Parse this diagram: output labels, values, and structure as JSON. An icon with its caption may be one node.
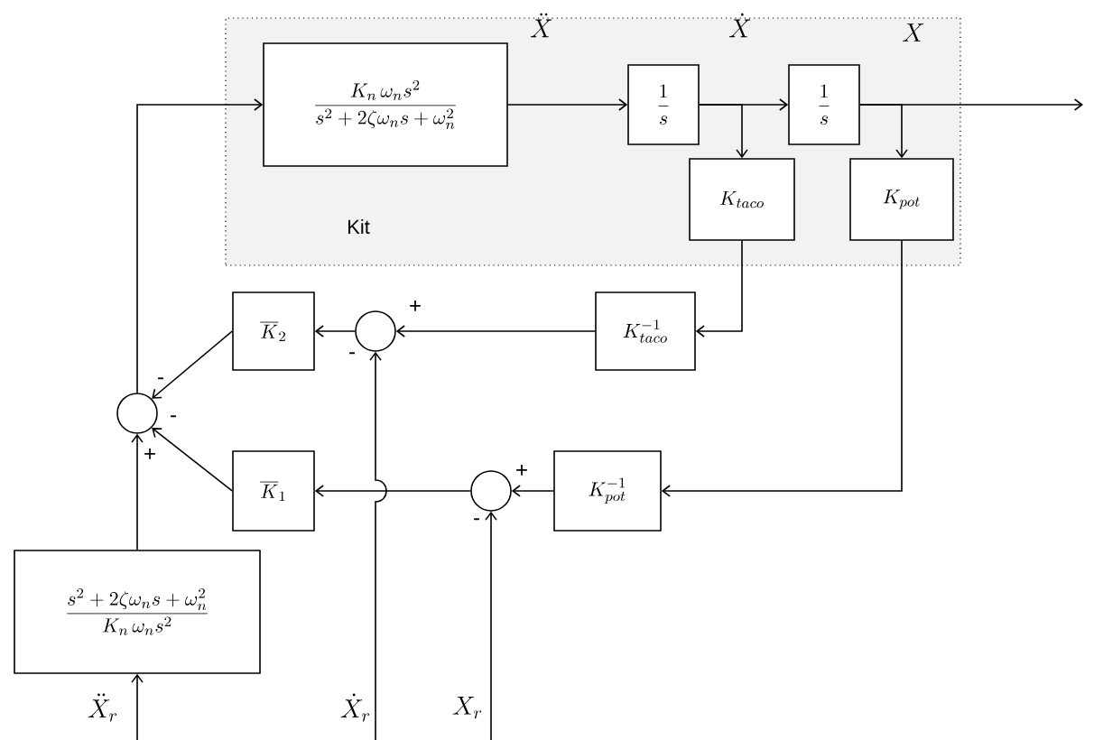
{
  "diagram": {
    "nodes": [
      {
        "text": [
          "Kit"
        ]
      },
      {
        "text": [
          "\\frac{K_n\\,\\omega_n s^2}{s^2+2\\zeta\\omega_n s+\\omega_n^2}"
        ],
        "in": 0
      },
      {
        "text": [
          "\\frac{1}{s}"
        ],
        "in": 0
      },
      {
        "text": [
          "\\frac{1}{s}"
        ],
        "in": 0
      },
      {
        "text": [
          "K_{taco}"
        ],
        "in": 0
      },
      {
        "text": [
          "K_{pot}"
        ],
        "in": 0
      },
      {
        "text": [
          "K_{taco}^{-1}"
        ]
      },
      {
        "text": [],
        "shape": "circle"
      },
      {
        "text": [
          "\\overline{K}_2"
        ]
      },
      {
        "text": [],
        "shape": "circle"
      },
      {
        "text": [
          "\\overline{K}_1"
        ]
      },
      {
        "text": [],
        "shape": "circle"
      },
      {
        "text": [
          "K_{pot}^{-1}"
        ]
      },
      {
        "text": [
          "\\frac{s^2+2\\zeta\\omega_n s+\\omega_n^2}{K_n\\,\\omega_n s^2}"
        ]
      }
    ],
    "edges": [
      {
        "from": 9,
        "to": 1,
        "arrow": "to"
      },
      {
        "from": 1,
        "to": 2,
        "arrow": "to"
      },
      {
        "from": 2,
        "to": 3,
        "arrow": "to"
      },
      {
        "from": 2,
        "to": 4,
        "arrow": "to"
      },
      {
        "from": 3,
        "to": 5,
        "arrow": "to"
      },
      {
        "from": 3,
        "to": null,
        "arrow": "to"
      },
      {
        "from": 4,
        "to": 6,
        "arrow": "to"
      },
      {
        "from": 5,
        "to": 12,
        "arrow": "to"
      },
      {
        "from": 6,
        "to": 7,
        "arrow": "to"
      },
      {
        "from": 7,
        "to": 8,
        "arrow": "to"
      },
      {
        "from": 8,
        "to": 9,
        "arrow": "to"
      },
      {
        "from": 12,
        "to": 11,
        "arrow": "to"
      },
      {
        "from": 11,
        "to": 10,
        "arrow": "to"
      },
      {
        "from": 10,
        "to": 9,
        "arrow": "to"
      },
      {
        "from": 13,
        "to": 9,
        "arrow": "to"
      },
      {
        "from": null,
        "to": 13,
        "arrow": "to"
      },
      {
        "from": null,
        "to": 7,
        "arrow": "to"
      },
      {
        "from": null,
        "to": 11,
        "arrow": "to"
      }
    ],
    "labels": [
      "\\ddot{X}",
      "\\dot{X}",
      "X",
      "+",
      "-",
      "-",
      "-",
      "+",
      "+",
      "-",
      "\\ddot{X}_r",
      "\\dot{X}_r",
      "X_r"
    ]
  }
}
